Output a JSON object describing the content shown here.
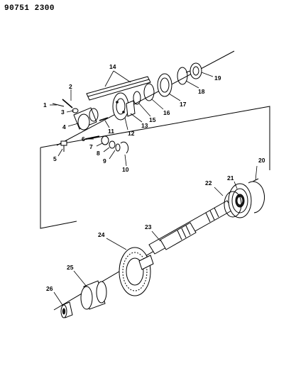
{
  "header": {
    "code": "90751 2300"
  },
  "diagram": {
    "callouts": [
      {
        "id": "1",
        "label": "1"
      },
      {
        "id": "2",
        "label": "2"
      },
      {
        "id": "3",
        "label": "3"
      },
      {
        "id": "4",
        "label": "4"
      },
      {
        "id": "5",
        "label": "5"
      },
      {
        "id": "6",
        "label": "6"
      },
      {
        "id": "7",
        "label": "7"
      },
      {
        "id": "8",
        "label": "8"
      },
      {
        "id": "9",
        "label": "9"
      },
      {
        "id": "10",
        "label": "10"
      },
      {
        "id": "11",
        "label": "11"
      },
      {
        "id": "12",
        "label": "12"
      },
      {
        "id": "13",
        "label": "13"
      },
      {
        "id": "14",
        "label": "14"
      },
      {
        "id": "15",
        "label": "15"
      },
      {
        "id": "16",
        "label": "16"
      },
      {
        "id": "17",
        "label": "17"
      },
      {
        "id": "18",
        "label": "18"
      },
      {
        "id": "19",
        "label": "19"
      },
      {
        "id": "20",
        "label": "20"
      },
      {
        "id": "21",
        "label": "21"
      },
      {
        "id": "22",
        "label": "22"
      },
      {
        "id": "23",
        "label": "23"
      },
      {
        "id": "24",
        "label": "24"
      },
      {
        "id": "25",
        "label": "25"
      },
      {
        "id": "26",
        "label": "26"
      }
    ]
  }
}
